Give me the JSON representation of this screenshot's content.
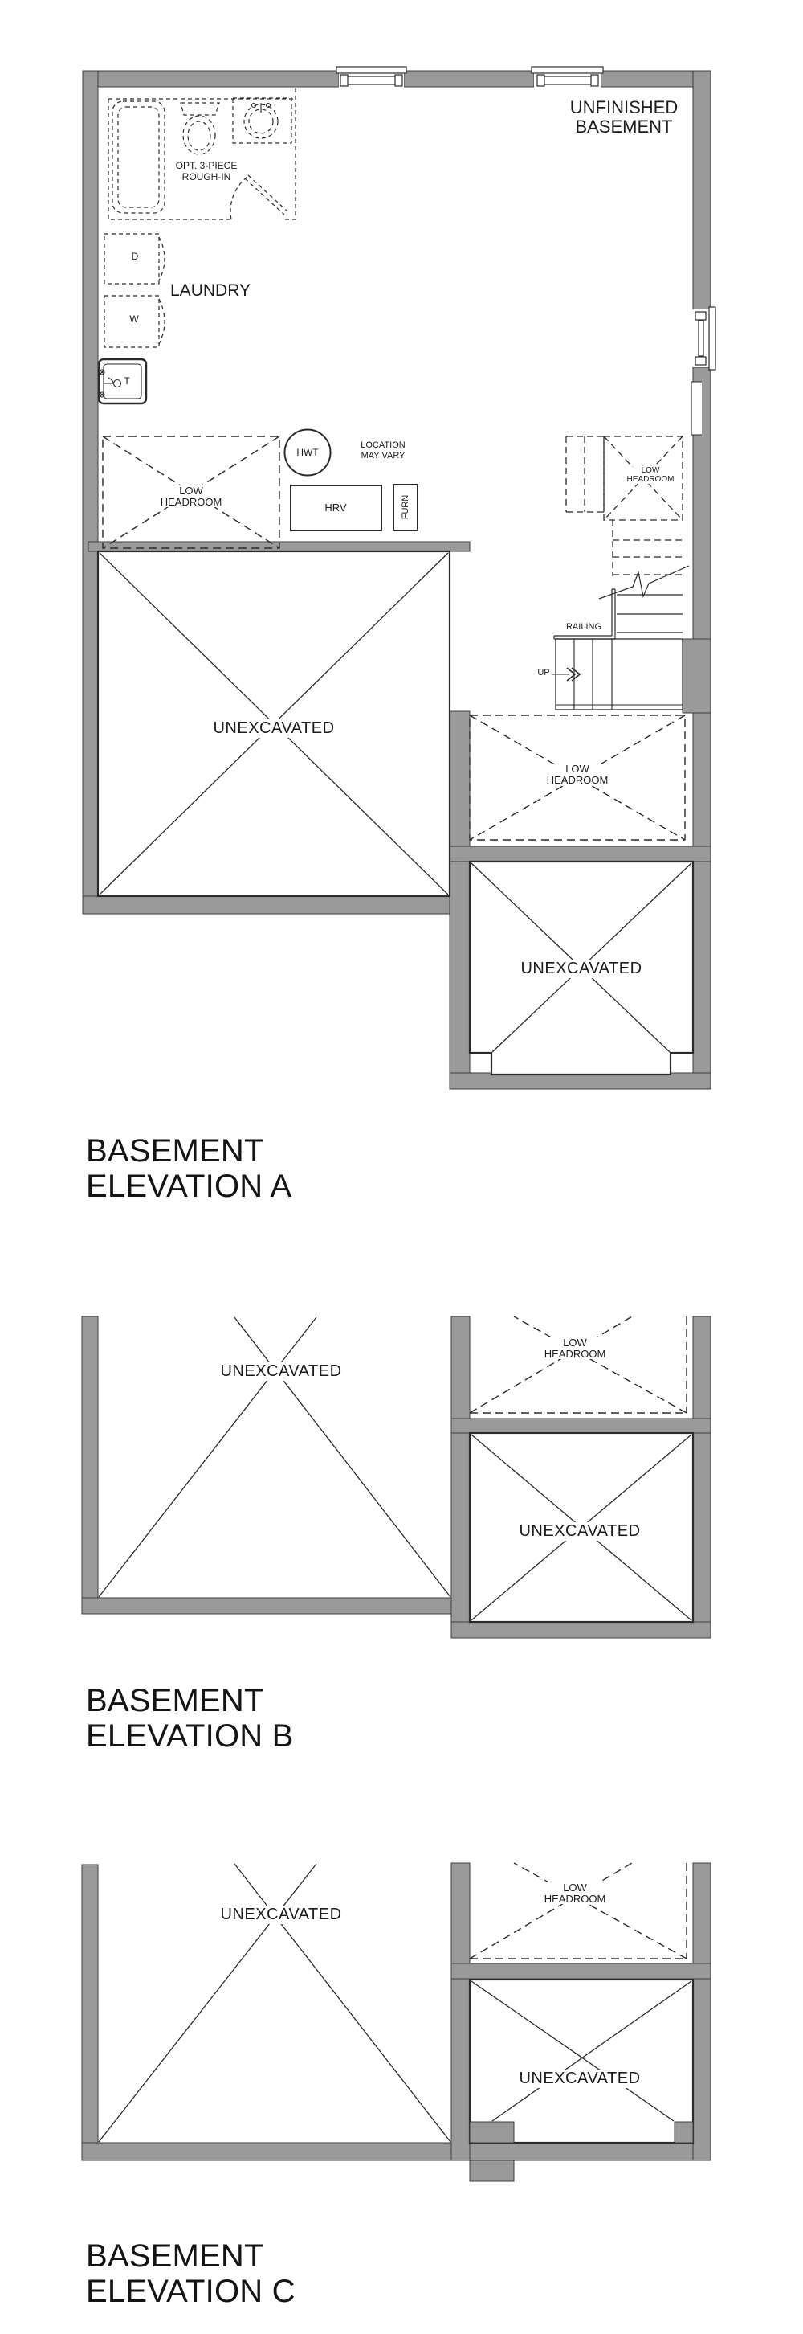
{
  "colors": {
    "wall": "#9a9a9a",
    "wall_edge": "#3d3d3d",
    "line": "#2b2b2b",
    "text": "#1c1c1c"
  },
  "plan_a": {
    "room": "UNFINISHED\nBASEMENT",
    "rough_in": "OPT. 3-PIECE\nROUGH-IN",
    "laundry": "LAUNDRY",
    "dryer": "D",
    "washer": "W",
    "tub": "T",
    "hwt": "HWT",
    "hrv": "HRV",
    "furnace": "FURN",
    "location_note": "LOCATION\nMAY VARY",
    "low_headroom": "LOW\nHEADROOM",
    "railing": "RAILING",
    "up": "UP",
    "unexcavated": "UNEXCAVATED",
    "title": "BASEMENT\nELEVATION A"
  },
  "plan_b": {
    "unexcavated": "UNEXCAVATED",
    "low_headroom": "LOW\nHEADROOM",
    "title": "BASEMENT\nELEVATION B"
  },
  "plan_c": {
    "unexcavated": "UNEXCAVATED",
    "low_headroom": "LOW\nHEADROOM",
    "title": "BASEMENT\nELEVATION C"
  }
}
